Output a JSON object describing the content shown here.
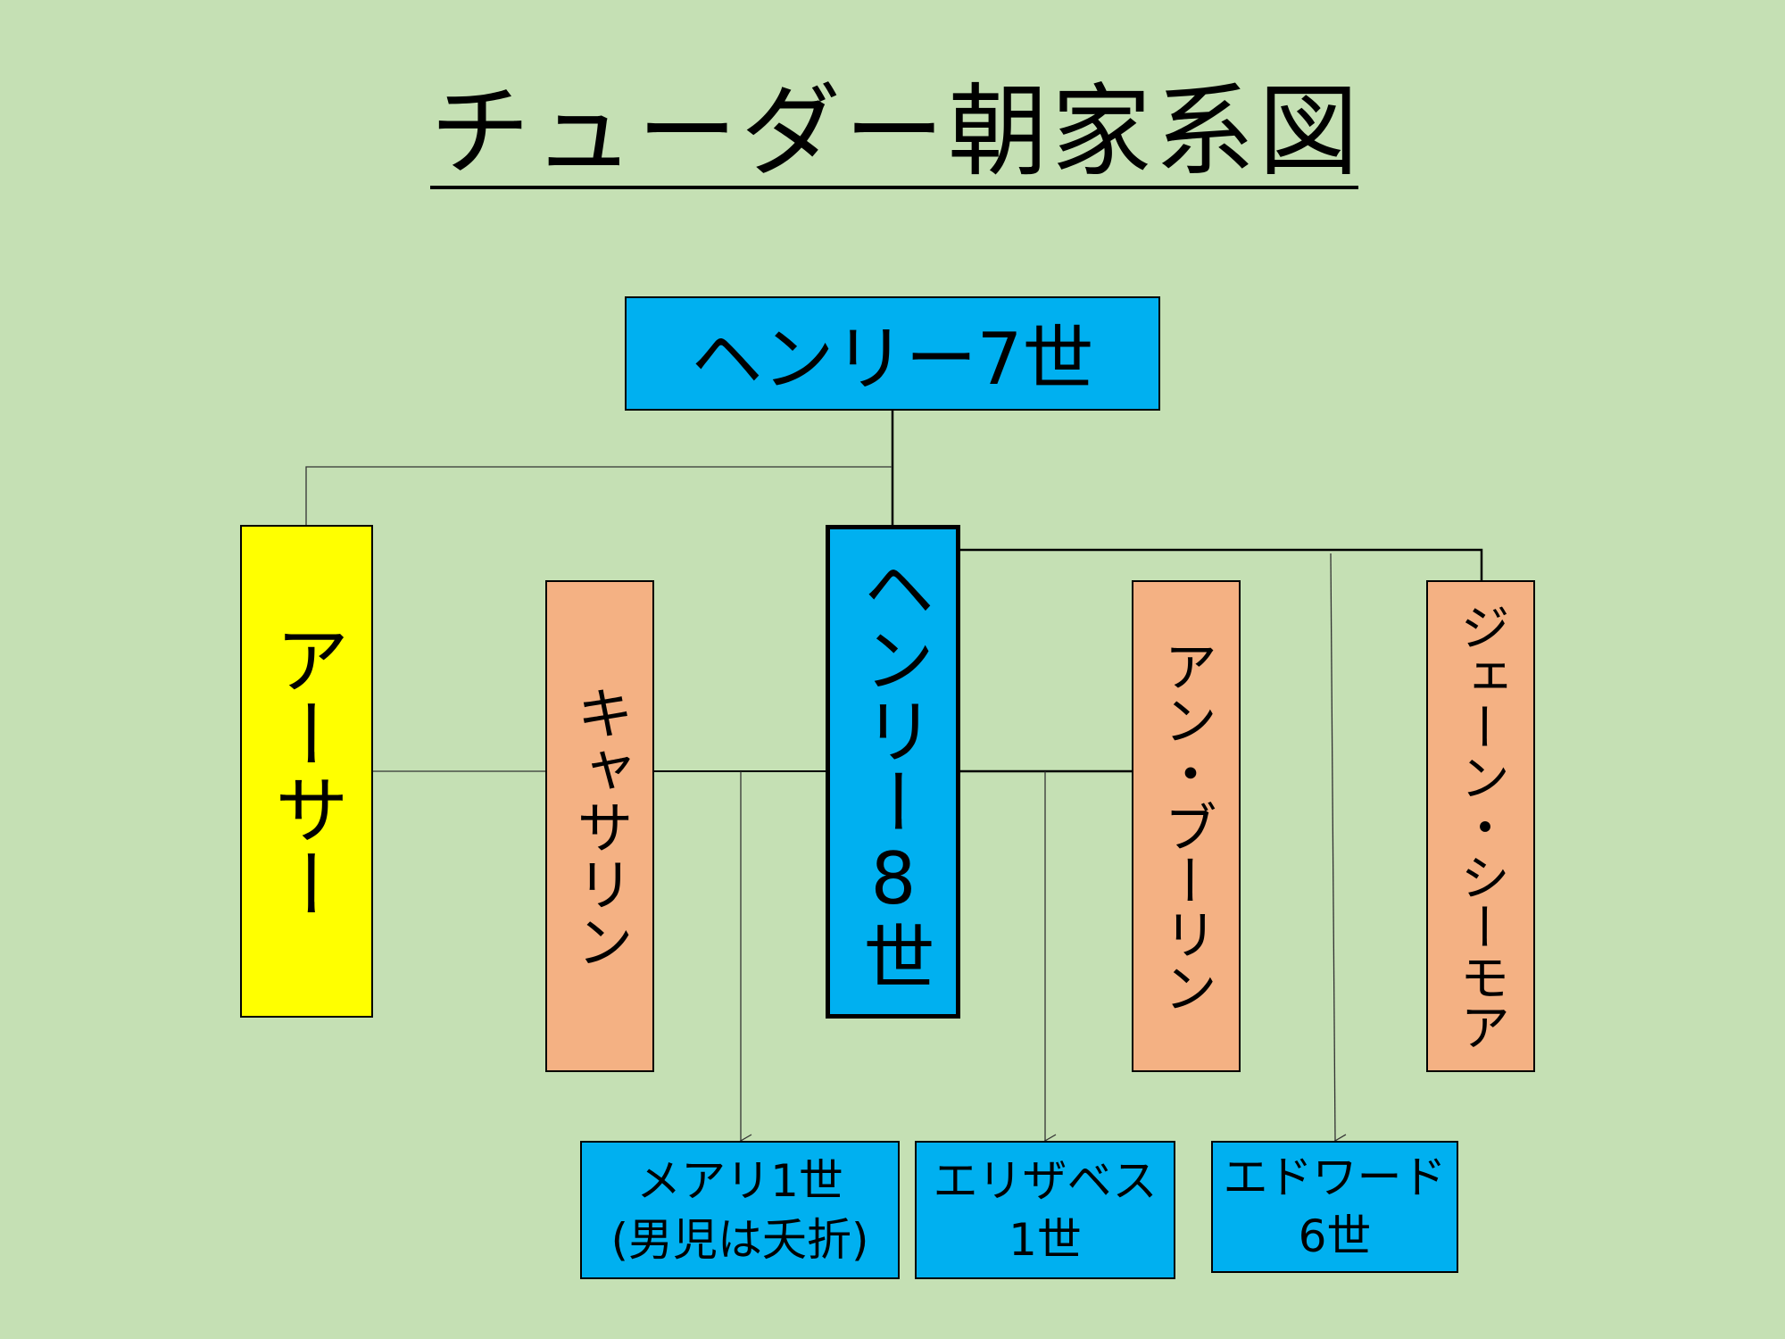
{
  "title": "チューダー朝家系図",
  "people": {
    "henry7": "ヘンリー7世",
    "arthur": "アーサー",
    "catherine": "キャサリン",
    "henry8": "ヘンリー8世",
    "anne": "アン・ブーリン",
    "jane": "ジェーン・シーモア"
  },
  "children": {
    "mary_line1": "メアリ1世",
    "mary_line2": "(男児は夭折)",
    "elizabeth_line1": "エリザベス",
    "elizabeth_line2": "1世",
    "edward_line1": "エドワード",
    "edward_line2": "6世"
  },
  "colors": {
    "background": "#c5e0b4",
    "king": "#00b0f0",
    "heir": "#ffff00",
    "wife": "#f4b183"
  }
}
